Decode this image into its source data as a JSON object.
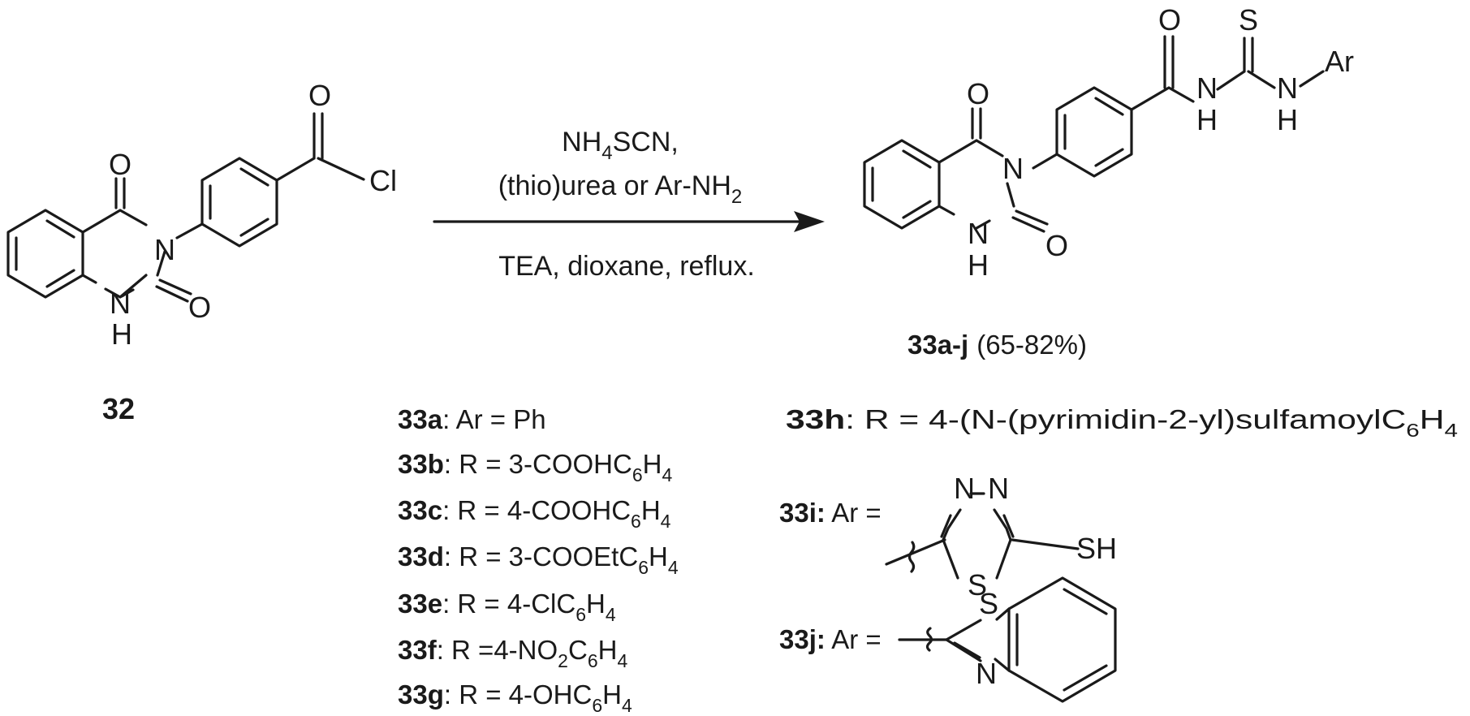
{
  "reactant": {
    "id": "32",
    "atoms": {
      "o_top": "O",
      "cl": "Cl",
      "o_c4": "O",
      "n3": "N",
      "o_c2": "O",
      "nh_n": "N",
      "nh_h": "H"
    }
  },
  "conditions": {
    "line1": {
      "a": "NH",
      "sub": "4",
      "b": "SCN,"
    },
    "line2": {
      "a": "(thio)urea or Ar-NH",
      "sub": "2"
    },
    "line3": "TEA, dioxane, reflux."
  },
  "product": {
    "id": "33a-j",
    "yield": "(65-82%)",
    "atoms": {
      "o_amide": "O",
      "s_thio": "S",
      "nh1_n": "N",
      "nh1_h": "H",
      "nh2_n": "N",
      "nh2_h": "H",
      "ar": "Ar",
      "o_c4": "O",
      "n3": "N",
      "o_c2": "O",
      "nh_n": "N",
      "nh_h": "H"
    }
  },
  "substituents": [
    {
      "id": "33a",
      "sep": ": ",
      "text": "Ar = Ph"
    },
    {
      "id": "33b",
      "sep": ": ",
      "pre": "R = 3-COOHC",
      "s1": "6",
      "mid": "H",
      "s2": "4"
    },
    {
      "id": "33c",
      "sep": ": ",
      "pre": "R = 4-COOHC",
      "s1": "6",
      "mid": "H",
      "s2": "4"
    },
    {
      "id": "33d",
      "sep": ": ",
      "pre": "R = 3-COOEtC",
      "s1": "6",
      "mid": "H",
      "s2": "4"
    },
    {
      "id": "33e",
      "sep": ": ",
      "pre": "R = 4-ClC",
      "s1": "6",
      "mid": "H",
      "s2": "4"
    },
    {
      "id": "33f",
      "sep": ": ",
      "pre": "R =4-NO",
      "s0": "2",
      "c": "C",
      "s1": "6",
      "mid": "H",
      "s2": "4"
    },
    {
      "id": "33g",
      "sep": ": ",
      "pre": "R = 4-OHC",
      "s1": "6",
      "mid": "H",
      "s2": "4"
    },
    {
      "id": "33h",
      "sep": ": ",
      "pre": "R = 4-(N-(pyrimidin-2-yl)sulfamoylC",
      "s1": "6",
      "mid": "H",
      "s2": "4"
    },
    {
      "id": "33i:",
      "text": " Ar =",
      "atoms": {
        "n1": "N",
        "n2": "N",
        "s": "S",
        "sh": "SH"
      }
    },
    {
      "id": "33j:",
      "text": " Ar =",
      "atoms": {
        "s": "S",
        "n": "N"
      }
    }
  ]
}
